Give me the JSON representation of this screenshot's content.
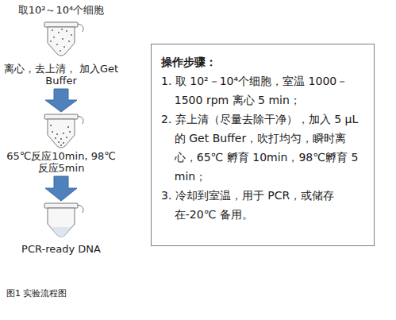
{
  "diagram": {
    "caption": "图1 实验流程图",
    "nodes": [
      {
        "text": [
          "操作步骤：",
          "1. 取 10²－10⁴个细胞，室温 1000－1500 rpm 离心 5 min；",
          "2. 弃上清（尽量去除干净），加入 5 μL 的 Get Buffer，吹打均匀，瞬时离心，65℃ 孵育 10min，98℃孵育 5 min；",
          "3. 冷却到室温，用于 PCR，或储存在-20℃ 备用。"
        ]
      }
    ],
    "labels": [
      "取10²～10⁴个细胞",
      "离心，去上清， 加入Get Buffer",
      "65℃反应10min, 98℃反应5min",
      "PCR-ready DNA"
    ]
  }
}
